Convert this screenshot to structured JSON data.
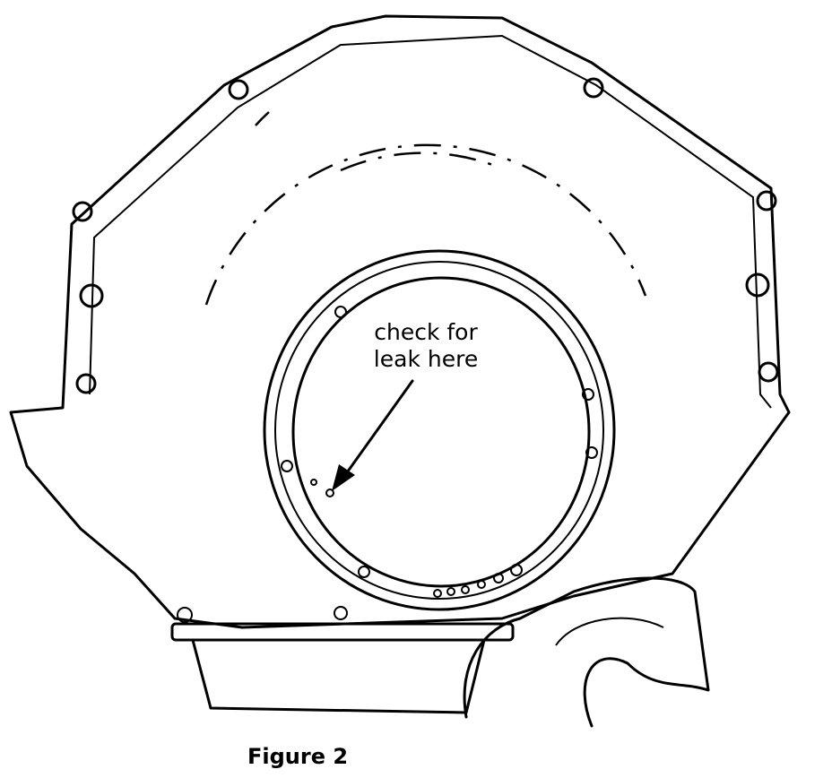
{
  "callout": {
    "line1": "check for",
    "line2": "leak here"
  },
  "caption": "Figure 2"
}
